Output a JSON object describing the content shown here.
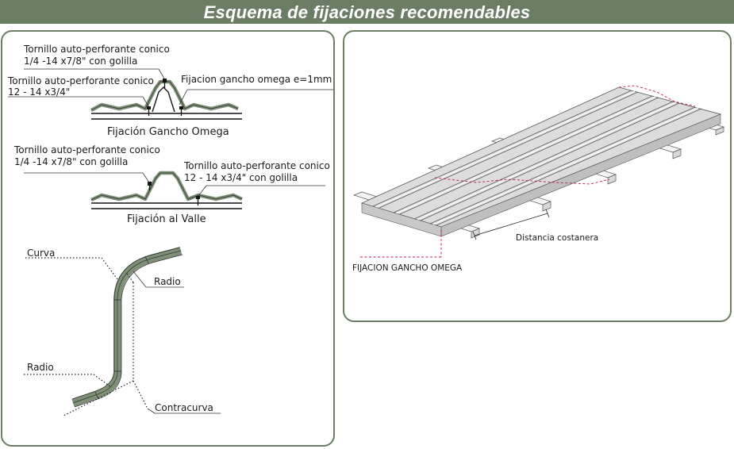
{
  "title": "Esquema de  fijaciones recomendables",
  "colors": {
    "panel_border": "#6b7d64",
    "title_bg": "#6b7d64",
    "profile_fill": "#7e9176",
    "leader_red": "#c2185b"
  },
  "omega": {
    "screw_top_line1": "Tornillo auto-perforante conico",
    "screw_top_line2": "1/4 -14  x7/8\"  con golilla",
    "screw_left_line1": "Tornillo auto-perforante conico",
    "screw_left_line2": "12 - 14 x3/4\"",
    "hook_label": "Fijacion gancho omega  e=1mm",
    "caption": "Fijación Gancho Omega"
  },
  "valle": {
    "screw_left_line1": "Tornillo auto-perforante conico",
    "screw_left_line2": "1/4 -14  x7/8\" con golilla",
    "screw_right_line1": "Tornillo auto-perforante conico",
    "screw_right_line2": "12 - 14 x3/4\"  con golilla",
    "caption": "Fijación al Valle"
  },
  "curve": {
    "curva_label": "Curva",
    "radio_top_label": "Radio",
    "radio_bottom_label": "Radio",
    "contracurva_label": "Contracurva"
  },
  "iso": {
    "distancia_label": "Distancia costanera",
    "fijacion_label": "FIJACION GANCHO OMEGA"
  }
}
